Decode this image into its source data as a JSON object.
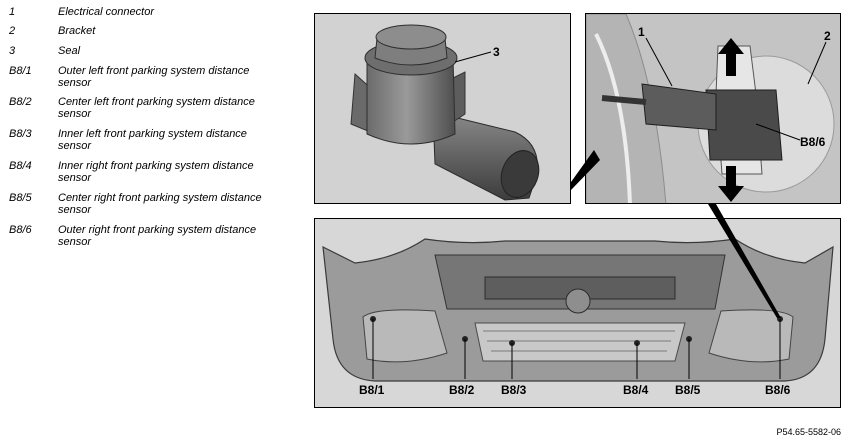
{
  "legend": [
    {
      "key": "1",
      "text": "Electrical connector"
    },
    {
      "key": "2",
      "text": "Bracket"
    },
    {
      "key": "3",
      "text": "Seal"
    },
    {
      "key": "B8/1",
      "text": "Outer left front parking system distance sensor"
    },
    {
      "key": "B8/2",
      "text": "Center left front parking system distance sensor"
    },
    {
      "key": "B8/3",
      "text": "Inner left front parking system distance sensor"
    },
    {
      "key": "B8/4",
      "text": "Inner right front parking system distance sensor"
    },
    {
      "key": "B8/5",
      "text": "Center right front parking system distance sensor"
    },
    {
      "key": "B8/6",
      "text": "Outer right front parking system distance sensor"
    }
  ],
  "callouts": {
    "sensor_detail": {
      "seal": "3"
    },
    "bracket_detail": {
      "connector": "1",
      "bracket": "2",
      "sensor": "B8/6"
    },
    "bumper": {
      "b8_1": "B8/1",
      "b8_2": "B8/2",
      "b8_3": "B8/3",
      "b8_4": "B8/4",
      "b8_5": "B8/5",
      "b8_6": "B8/6"
    }
  },
  "document_id": "P54.65-5582-06",
  "colors": {
    "panel_bg": "#d2d2d2",
    "line": "#000000",
    "part_dark": "#5a5a5a"
  }
}
